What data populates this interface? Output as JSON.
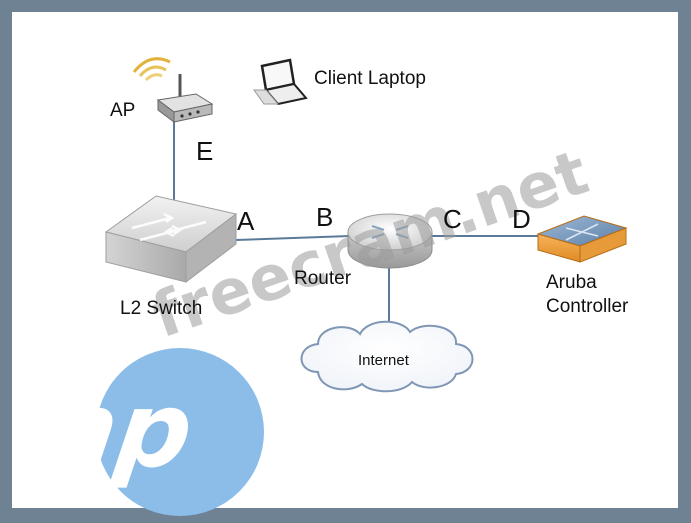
{
  "labels": {
    "ap": "AP",
    "client_laptop": "Client Laptop",
    "l2_switch": "L2 Switch",
    "router": "Router",
    "internet": "Internet",
    "aruba_line1": "Aruba",
    "aruba_line2": "Controller"
  },
  "links": {
    "a": "A",
    "b": "B",
    "c": "C",
    "d": "D",
    "e": "E"
  },
  "watermark": "freecram.net",
  "logo_text": "hp",
  "colors": {
    "frame": "#6e8294",
    "paper": "#ffffff",
    "line": "#5b7a99",
    "hp_blue": "#8bbde8",
    "watermark": "#9a9a9a"
  }
}
